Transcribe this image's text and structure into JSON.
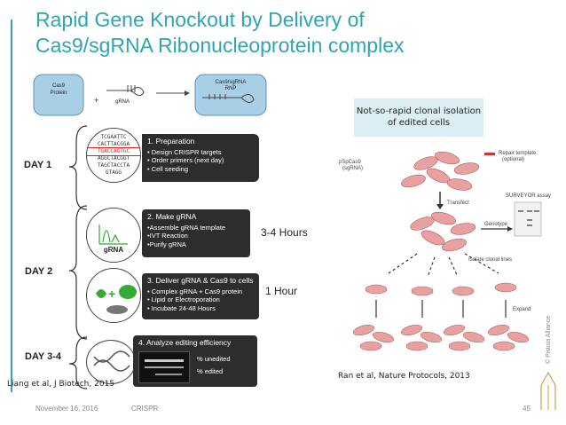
{
  "title": {
    "line1": "Rapid Gene Knockout by Delivery of",
    "line2": "Cas9/sgRNA Ribonucleoprotein complex"
  },
  "rnp_panel": {
    "cas9": "Cas9\nProtein",
    "grna": "gRNA",
    "rnp": "Cas9/sgRNA\nRNP",
    "plus": "+"
  },
  "days": {
    "day1": "DAY 1",
    "day2": "DAY 2",
    "day34": "DAY  3-4"
  },
  "steps": [
    {
      "title": "1. Preparation",
      "items": [
        "• Design CRISPR targets",
        "• Order primers (next day)",
        "• Cell seeding"
      ]
    },
    {
      "title": "2. Make gRNA",
      "items": [
        "•Assemble gRNA template",
        "•IVT Reaction",
        "•Purify gRNA"
      ]
    },
    {
      "title": "3. Deliver gRNA & Cas9 to cells",
      "items": [
        "• Complex gRNA + Cas9 protein",
        "• Lipid or Electroporation",
        "• Incubate 24-48 Hours"
      ]
    },
    {
      "title": "4. Analyze editing efficiency",
      "items": [
        "% unedited",
        "% edited"
      ]
    }
  ],
  "dna_seq": [
    "TCGAATTC",
    "CACTTACGGA",
    "TGACCAGTGC",
    "AGGCTACGGT",
    "TAGCTACCTA",
    "GTAGG"
  ],
  "grna_icon_label": "gRNA",
  "durations": {
    "d1": "3-4 Hours",
    "d2": "1 Hour"
  },
  "callout": "Not-so-rapid clonal isolation\nof edited cells",
  "right_panel": {
    "repair": "Repair template\n(optional)",
    "plasmid": "pSpCas9\n(sgRNA)",
    "transfect": "Transfect",
    "surveyor": "SURVEYOR assay",
    "genotype": "Genotype",
    "isolate": "Isolate clonal lines",
    "expand": "Expand"
  },
  "citations": {
    "left": "Liang et al, J Biotech, 2015",
    "right": "Ran et al, Nature Protocols, 2013"
  },
  "footer": {
    "date": "November 16, 2016",
    "topic": "CRISPR",
    "page": "45"
  },
  "copyright": "© Pistoia Alliance",
  "colors": {
    "accent": "#2fa5b4",
    "callout_bg": "#daeef3",
    "box": "#2d2d2d",
    "cell": "#e08080"
  }
}
